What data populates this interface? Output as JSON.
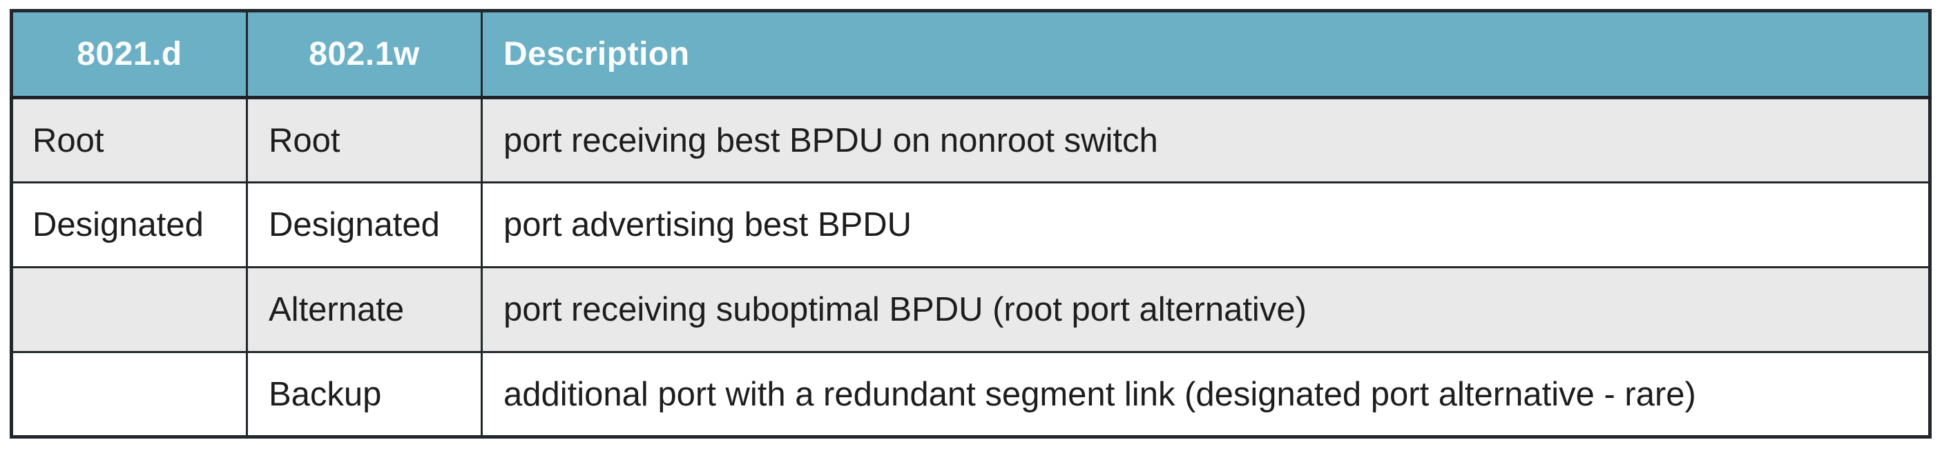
{
  "table": {
    "name": "stp-port-roles-comparison",
    "headers": [
      "8021.d",
      "802.1w",
      "Description"
    ],
    "rows": [
      [
        "Root",
        "Root",
        "port receiving best BPDU on nonroot switch"
      ],
      [
        "Designated",
        "Designated",
        "port advertising best BPDU"
      ],
      [
        "",
        "Alternate",
        "port receiving suboptimal BPDU (root port alternative)"
      ],
      [
        "",
        "Backup",
        "additional port with a redundant segment link (designated port alternative - rare)"
      ]
    ],
    "colors": {
      "header_bg": "#6cb0c6",
      "header_text": "#fafdfe",
      "shaded_row_bg": "#e9e9e9",
      "plain_row_bg": "#ffffff",
      "border": "#21272c",
      "header_divider": "#1c2228",
      "body_text": "#1d1d1d"
    }
  }
}
